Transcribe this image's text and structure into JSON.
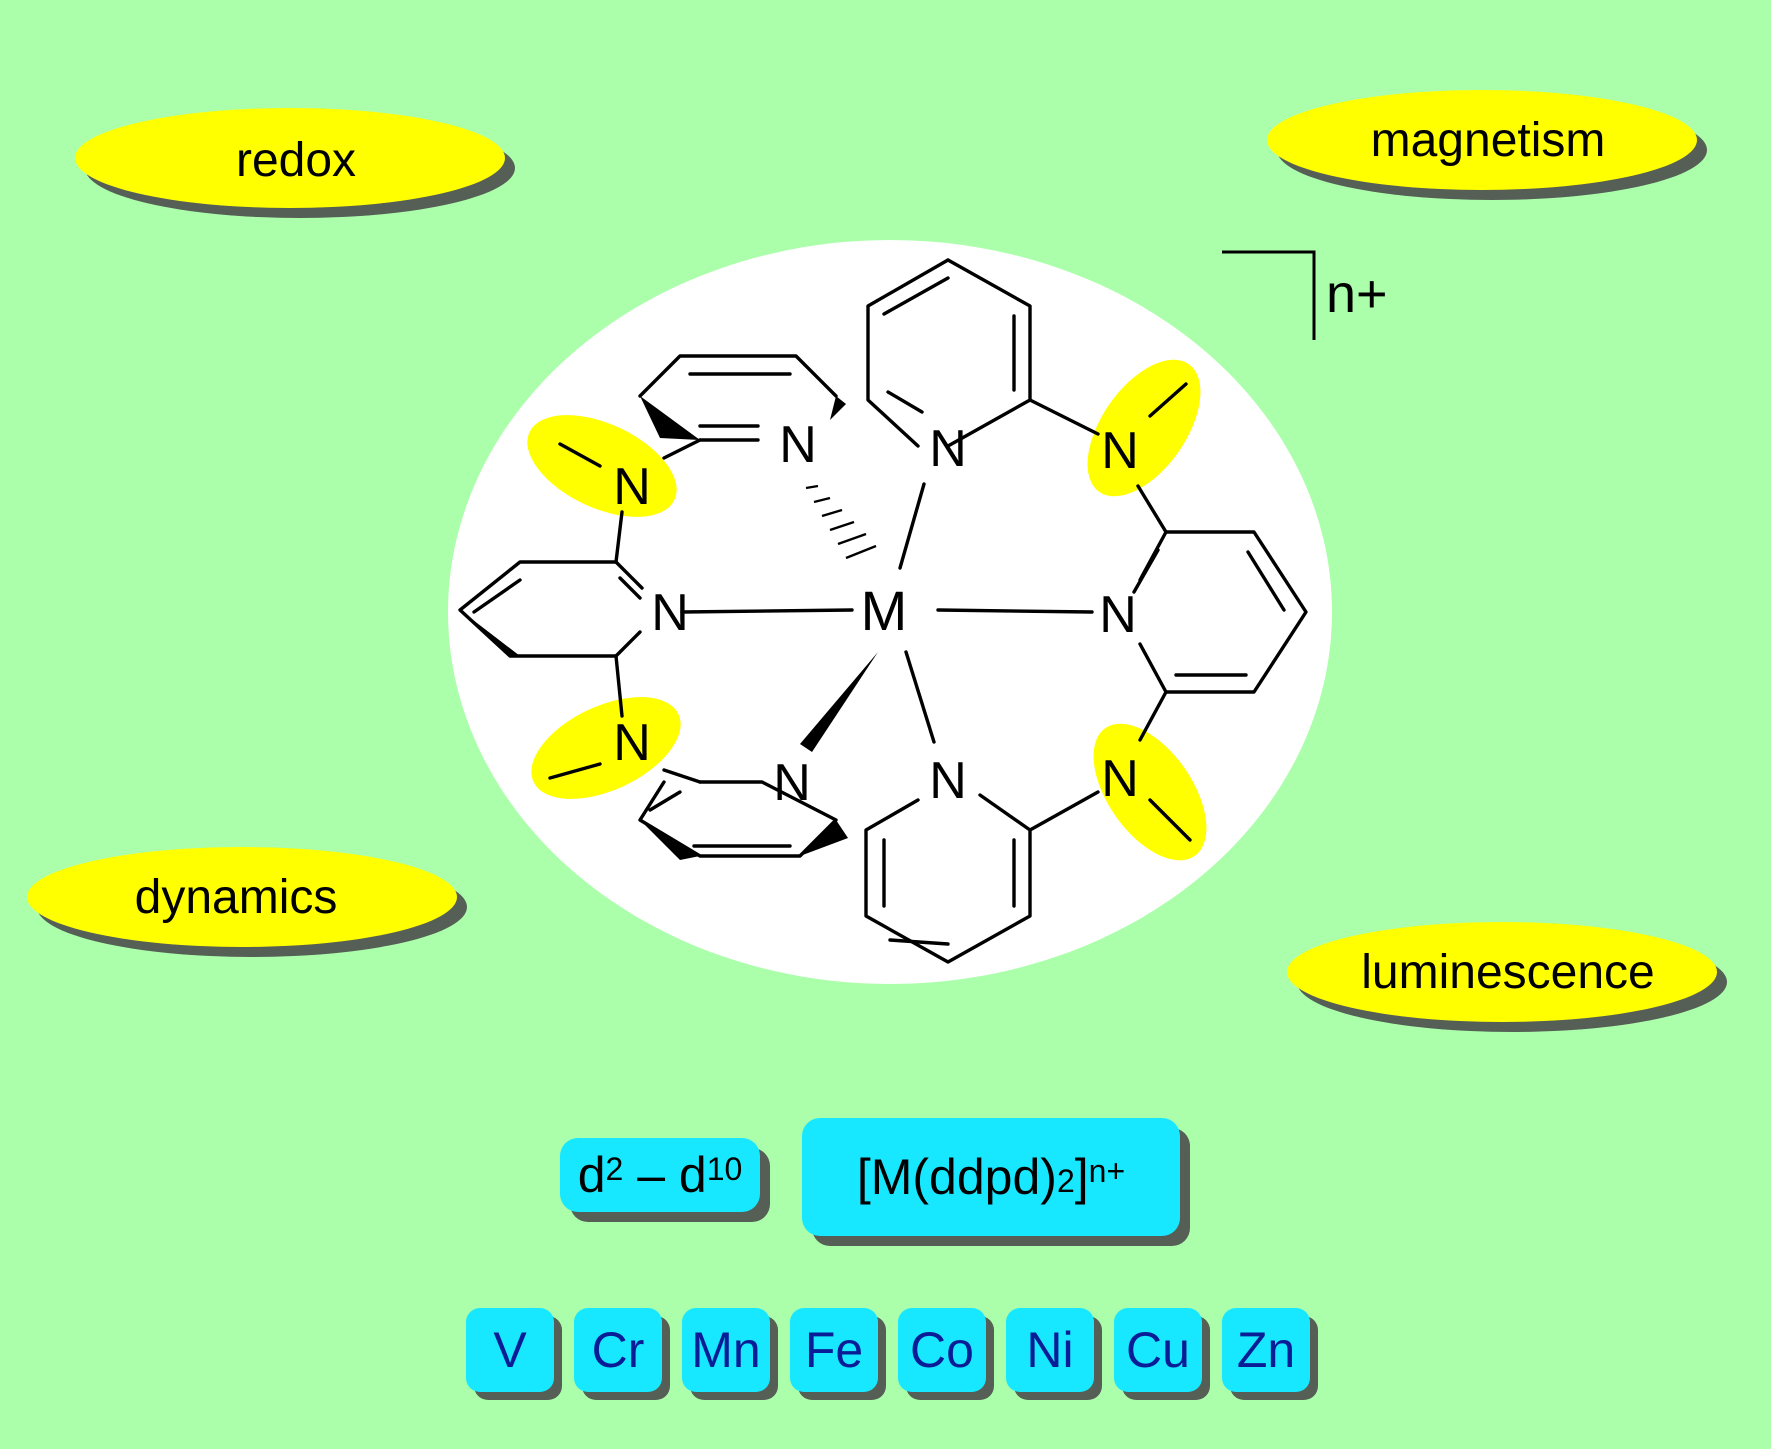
{
  "properties": {
    "redox": "redox",
    "magnetism": "magnetism",
    "dynamics": "dynamics",
    "luminescence": "luminescence"
  },
  "molecule": {
    "center_atom": "M",
    "donor_atom": "N",
    "charge": "n+"
  },
  "formula": {
    "open": "[M(ddpd)",
    "sub": "2",
    "close": "]",
    "sup": "n+"
  },
  "electron_config": {
    "start_base": "d",
    "start_sup": "2",
    "dash": " – ",
    "end_base": "d",
    "end_sup": "10"
  },
  "elements": [
    "V",
    "Cr",
    "Mn",
    "Fe",
    "Co",
    "Ni",
    "Cu",
    "Zn"
  ],
  "colors": {
    "background": "#abffab",
    "ellipse_fill": "#ffff00",
    "tile_fill": "#17e8ff",
    "element_text": "#0b1d96",
    "shadow": "#555f55"
  }
}
